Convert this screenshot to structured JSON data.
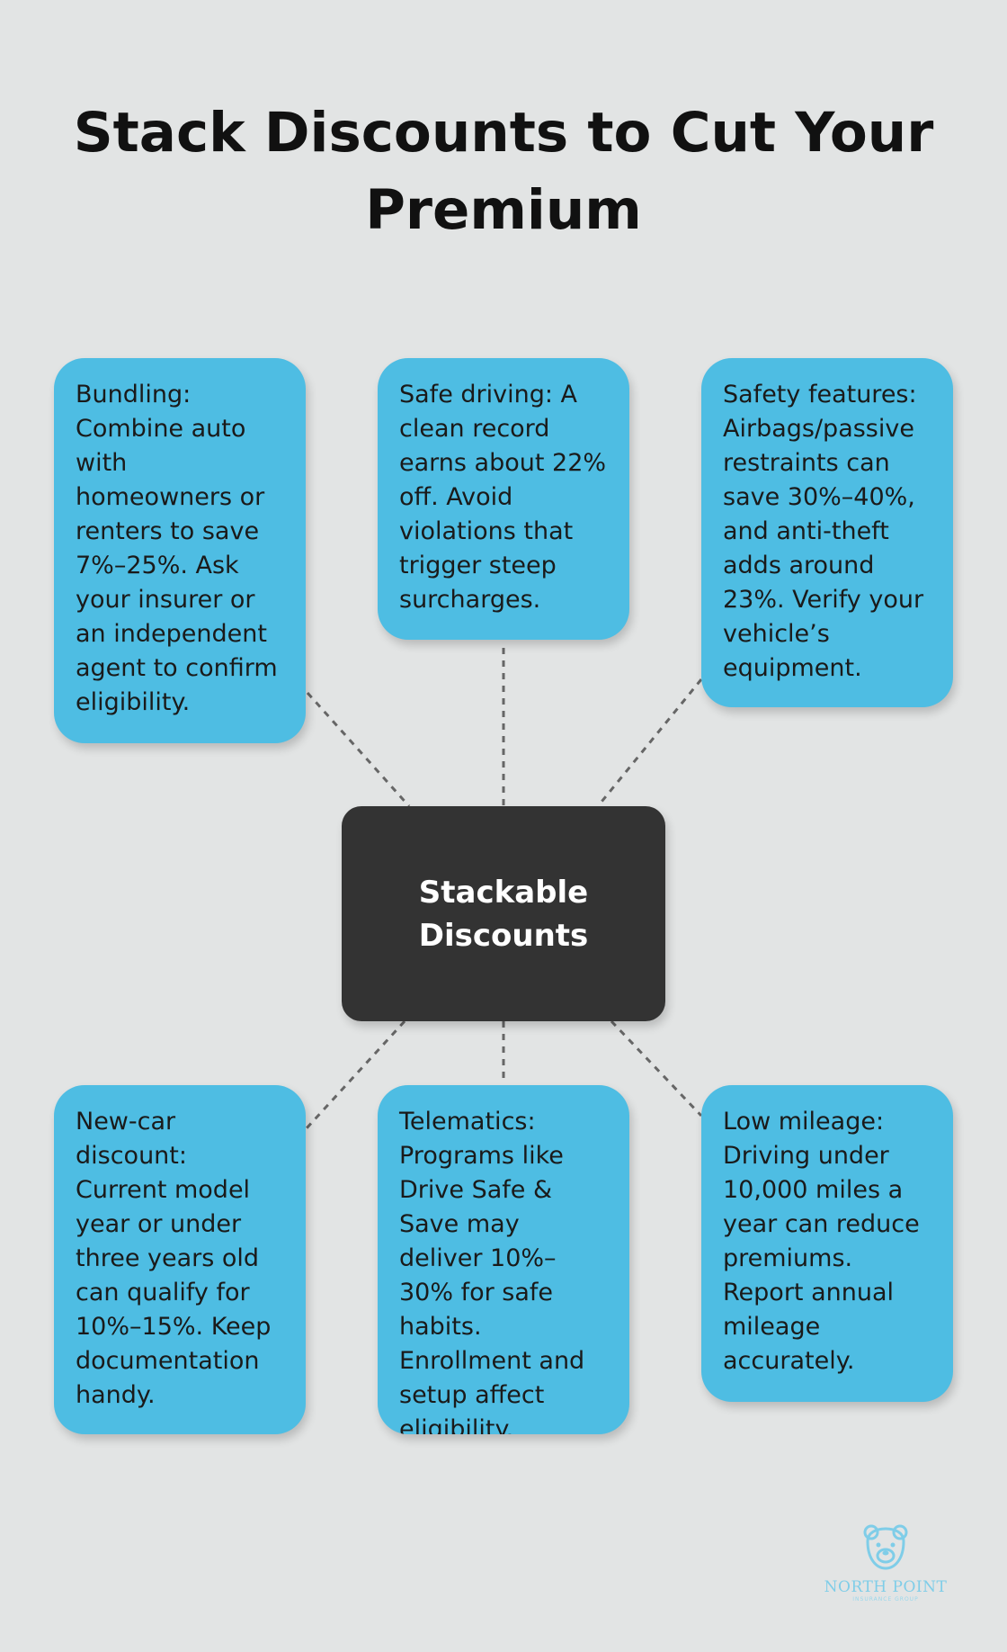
{
  "title": "Stack Discounts to Cut Your Premium",
  "center_label": "Stackable Discounts",
  "cards": [
    "Bundling: Combine auto with homeowners or renters to save 7%–25%. Ask your insurer or an independent agent to confirm eligibility.",
    "Safe driving: A clean record earns about 22% off. Avoid violations that trigger steep surcharges.",
    "Safety features: Airbags/passive restraints can save 30%–40%, and anti-theft adds around 23%. Verify your vehicle’s equipment.",
    "New-car discount: Current model year or under three years old can qualify for 10%–15%. Keep documentation handy.",
    "Telematics: Programs like Drive Safe & Save may deliver 10%–30% for safe habits. Enrollment and setup affect eligibility.",
    "Low mileage: Driving under 10,000 miles a year can reduce premiums. Report annual mileage accurately."
  ],
  "logo": {
    "name": "NORTH POINT",
    "subtitle": "INSURANCE GROUP",
    "icon": "bear-icon"
  },
  "colors": {
    "background": "#e2e4e4",
    "card": "#4ebde3",
    "center": "#333333",
    "connector": "#666666",
    "logo": "#7fcde8"
  }
}
